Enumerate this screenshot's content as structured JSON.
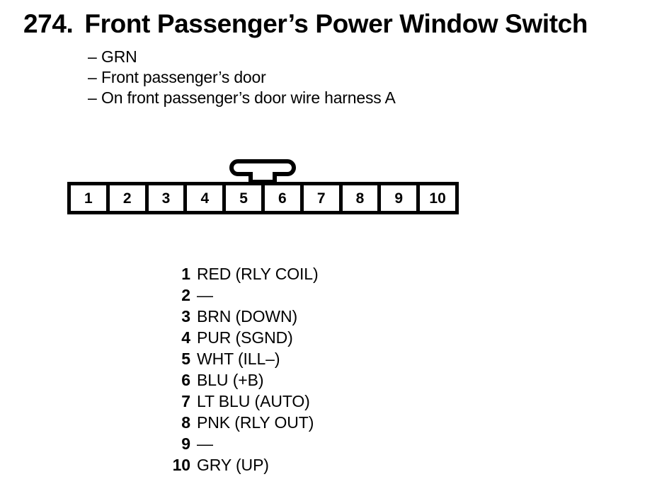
{
  "header": {
    "number": "274.",
    "title": "Front Passenger’s Power Window Switch",
    "notes": [
      {
        "dash": "–",
        "text": "GRN"
      },
      {
        "dash": "–",
        "text": "Front passenger’s door"
      },
      {
        "dash": "–",
        "text": "On front passenger’s door wire harness A"
      }
    ]
  },
  "connector": {
    "name": "10-pin connector",
    "latch_icon": "connector-latch-icon",
    "pin_cells": [
      "1",
      "2",
      "3",
      "4",
      "5",
      "6",
      "7",
      "8",
      "9",
      "10"
    ]
  },
  "pinout": {
    "rows": [
      {
        "pin": "1",
        "desc": "RED (RLY COIL)"
      },
      {
        "pin": "2",
        "desc": "—"
      },
      {
        "pin": "3",
        "desc": "BRN (DOWN)"
      },
      {
        "pin": "4",
        "desc": "PUR (SGND)"
      },
      {
        "pin": "5",
        "desc": "WHT (ILL–)"
      },
      {
        "pin": "6",
        "desc": "BLU (+B)"
      },
      {
        "pin": "7",
        "desc": "LT BLU (AUTO)"
      },
      {
        "pin": "8",
        "desc": "PNK (RLY OUT)"
      },
      {
        "pin": "9",
        "desc": "—"
      },
      {
        "pin": "10",
        "desc": "GRY (UP)"
      }
    ]
  },
  "colors": {
    "ink": "#000000",
    "paper": "#ffffff"
  }
}
